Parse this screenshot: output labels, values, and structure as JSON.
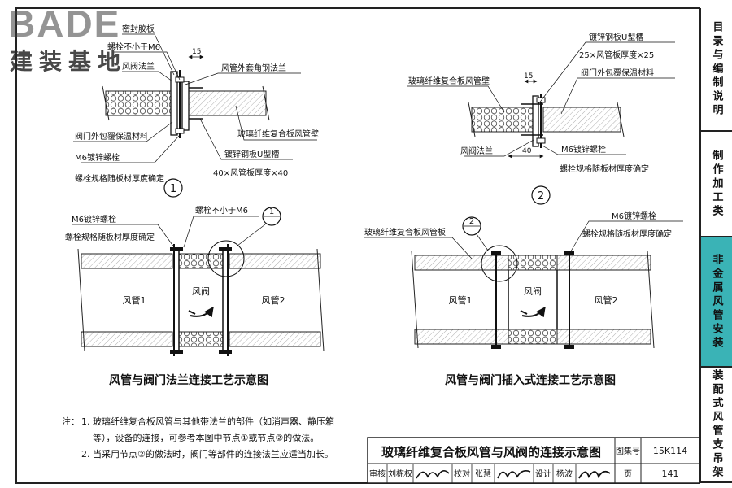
{
  "logo": {
    "brand": "BADE",
    "subtitle": "建装基地"
  },
  "side_tabs": [
    {
      "label": "目录与编制说明",
      "active": false
    },
    {
      "label": "制作加工类",
      "active": false
    },
    {
      "label": "非金属风管安装",
      "active": true
    },
    {
      "label": "装配式风管支吊架",
      "active": false
    }
  ],
  "colors": {
    "accent": "#3ab3b6"
  },
  "node1": {
    "number": "1",
    "labels": {
      "gasket": "密封胶板",
      "bolt_min": "螺栓不小于M6",
      "valve_flange": "风阀法兰",
      "dim": "15",
      "angle_flange": "风管外套角钢法兰",
      "valve_insulation": "阀门外包覆保温材料",
      "duct_wall": "玻璃纤维复合板风管壁",
      "bolt": "M6镀锌螺栓",
      "bolt_spec": "螺栓规格随板材厚度确定",
      "u_channel": "镀锌钢板U型槽",
      "u_channel_spec": "40×风管板厚度×40"
    }
  },
  "node2": {
    "number": "2",
    "labels": {
      "u_channel": "镀锌钢板U型槽",
      "u_channel_spec": "25×风管板厚度×25",
      "duct_wall": "玻璃纤维复合板风管壁",
      "dim15": "15",
      "valve_insulation": "阀门外包覆保温材料",
      "valve_flange": "风阀法兰",
      "dim40": "40",
      "bolt": "M6镀锌螺栓",
      "bolt_spec": "螺栓规格随板材厚度确定"
    }
  },
  "fig_left": {
    "bolt": "M6镀锌螺栓",
    "bolt_spec": "螺栓规格随板材厚度确定",
    "bolt_min": "螺栓不小于M6",
    "callout": "1",
    "duct1": "风管1",
    "valve": "风阀",
    "duct2": "风管2",
    "caption": "风管与阀门法兰连接工艺示意图"
  },
  "fig_right": {
    "panel": "玻璃纤维复合板风管板",
    "callout": "2",
    "bolt": "M6镀锌螺栓",
    "bolt_spec": "螺栓规格随板材厚度确定",
    "duct1": "风管1",
    "valve": "风阀",
    "duct2": "风管2",
    "caption": "风管与阀门插入式连接工艺示意图"
  },
  "notes": {
    "prefix": "注：",
    "n1_line1": "1. 玻璃纤维复合板风管与其他带法兰的部件（如消声器、静压箱",
    "n1_line2": "等），设备的连接，可参考本图中节点①或节点②的做法。",
    "n2": "2. 当采用节点②的做法时，阀门等部件的连接法兰应适当加长。"
  },
  "title_block": {
    "title": "玻璃纤维复合板风管与风阀的连接示意图",
    "atlas_label": "图集号",
    "atlas_no": "15K114",
    "review_label": "审核",
    "reviewer": "刘栋权",
    "check_label": "校对",
    "checker": "张慧",
    "design_label": "设计",
    "designer": "杨波",
    "page_label": "页",
    "page_no": "141"
  }
}
